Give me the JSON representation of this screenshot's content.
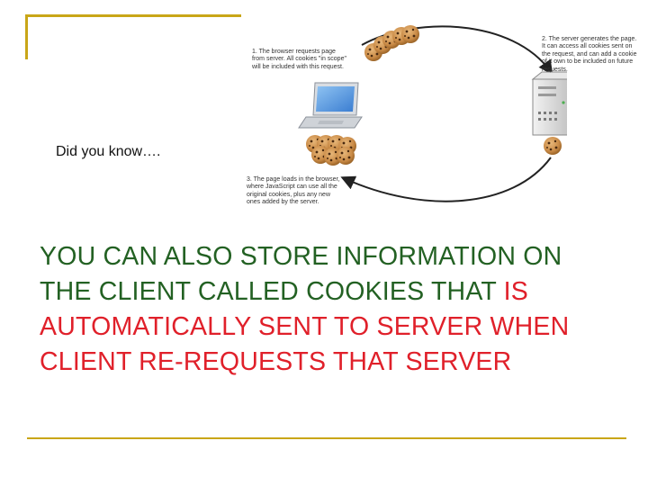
{
  "colors": {
    "accent_gold": "#c9a618",
    "headline_green": "#236123",
    "highlight_red": "#e0202a"
  },
  "slide": {
    "subtitle": "Did you know….",
    "headline_segments": [
      {
        "text": "YOU CAN ALSO STORE INFORMATION ON THE CLIENT CALLED COOKIES THAT ",
        "highlight": false
      },
      {
        "text": "IS AUTOMATICALLY SENT TO SERVER WHEN CLIENT RE-REQUESTS THAT SERVER",
        "highlight": true
      }
    ]
  },
  "diagram": {
    "step1": "1. The browser requests page\nfrom server. All cookies \"in scope\"\nwill be included with this request.",
    "step2": "2. The server generates the page.\nIt can access all cookies sent on\nthe request, and can add a cookie\nof it own to be included on future\nrequests.",
    "step3": "3. The page loads in the browser,\nwhere JavaScript can use all the\noriginal cookies, plus any new\nones added by the server.",
    "icons": [
      "laptop-icon",
      "server-icon",
      "cookie-icon"
    ]
  }
}
